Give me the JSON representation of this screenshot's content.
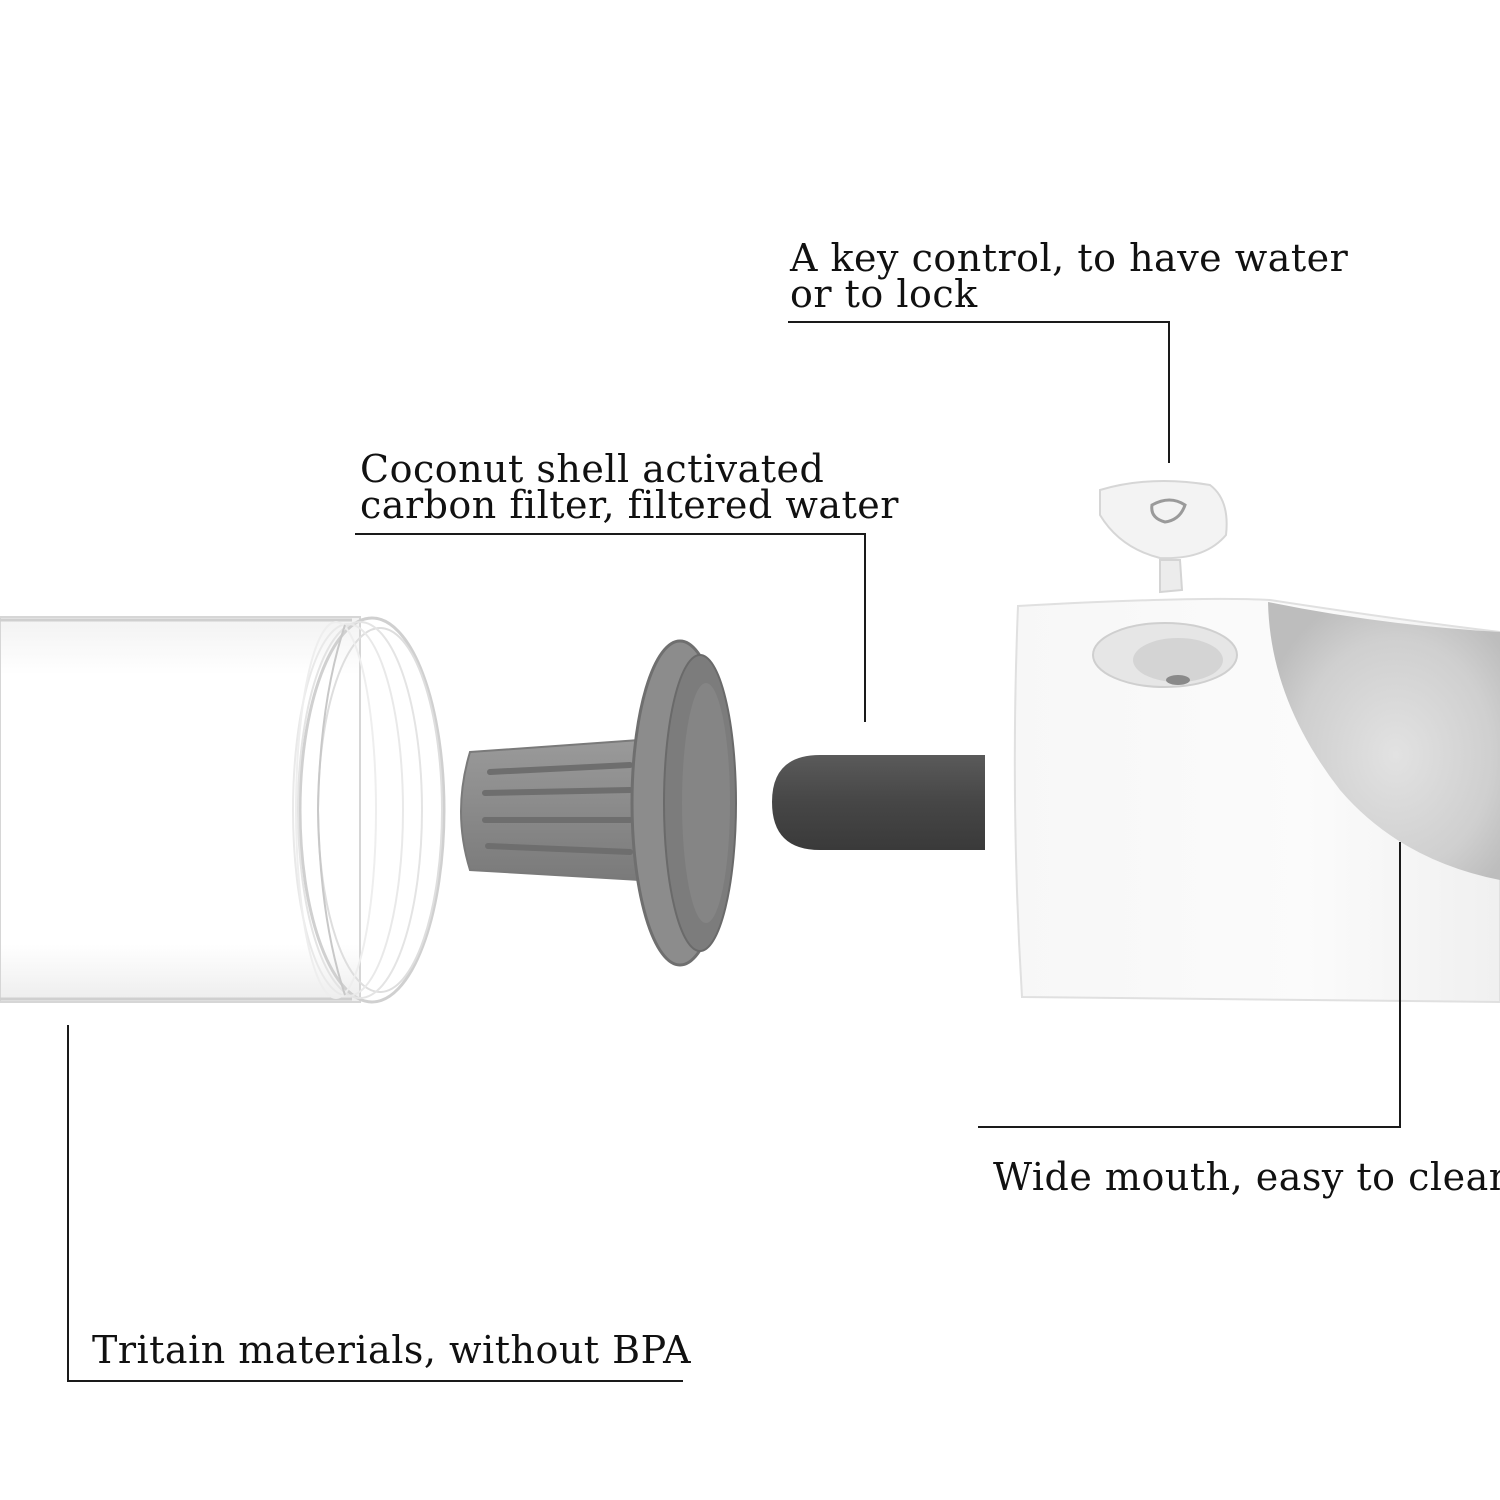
{
  "callouts": {
    "key_control": {
      "line1": "A key control, to have water",
      "line2": "or to lock"
    },
    "carbon_filter": {
      "line1": "Coconut shell activated",
      "line2": "carbon filter, filtered water"
    },
    "wide_mouth": {
      "line1": "Wide mouth, easy to clean"
    },
    "tritan": {
      "line1": "Tritain materials, without BPA"
    }
  },
  "colors": {
    "text": "#111111",
    "leader_line": "#1a1a1a",
    "filter_grey": "#8c8c8c",
    "carbon_rod": "#4a4a4a",
    "body_light": "#f4f4f4",
    "body_shadow": "#dcdcdc"
  }
}
